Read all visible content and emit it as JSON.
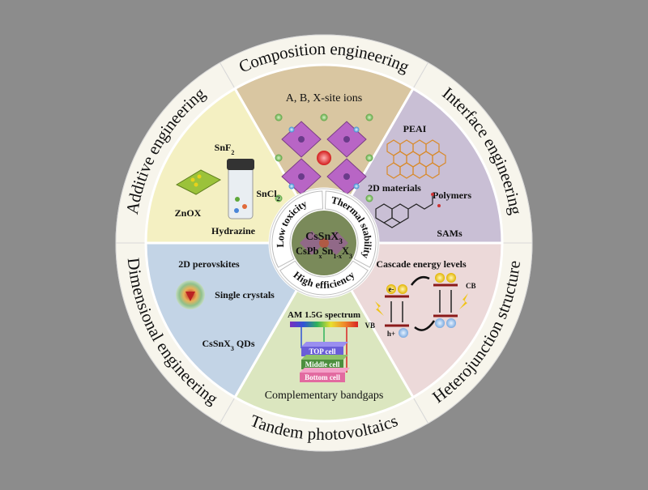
{
  "center": {
    "line1": "CsSnX3",
    "line2": "CsPbxSn1-xX3",
    "properties": [
      "Low toxicity",
      "Thermal stability",
      "High efficiency"
    ]
  },
  "sectors": [
    {
      "id": "composition",
      "ring_label": "Composition engineering",
      "color": "#d9c6a1",
      "items": [
        "A, B, X-site ions"
      ]
    },
    {
      "id": "interface",
      "ring_label": "Interface engineering",
      "color": "#c9bfd5",
      "items": [
        "PEAI",
        "2D materials",
        "Polymers",
        "SAMs"
      ]
    },
    {
      "id": "heterojunction",
      "ring_label": "Heterojunction structure",
      "color": "#ecd9d9",
      "items": [
        "Cascade energy levels",
        "CB",
        "VB",
        "e-",
        "h+"
      ]
    },
    {
      "id": "tandem",
      "ring_label": "Tandem photovoltaics",
      "color": "#dbe6bf",
      "items": [
        "AM 1.5G spectrum",
        "TOP cell",
        "Middle cell",
        "Bottom cell",
        "Complementary bandgaps"
      ]
    },
    {
      "id": "dimensional",
      "ring_label": "Dimensional engineering",
      "color": "#c3d4e6",
      "items": [
        "2D perovskites",
        "Single crystals",
        "CsSnX3 QDs"
      ]
    },
    {
      "id": "additive",
      "ring_label": "Additive engineering",
      "color": "#f4f0c2",
      "items": [
        "SnF2",
        "SnCl2",
        "ZnOX",
        "Hydrazine"
      ]
    }
  ]
}
